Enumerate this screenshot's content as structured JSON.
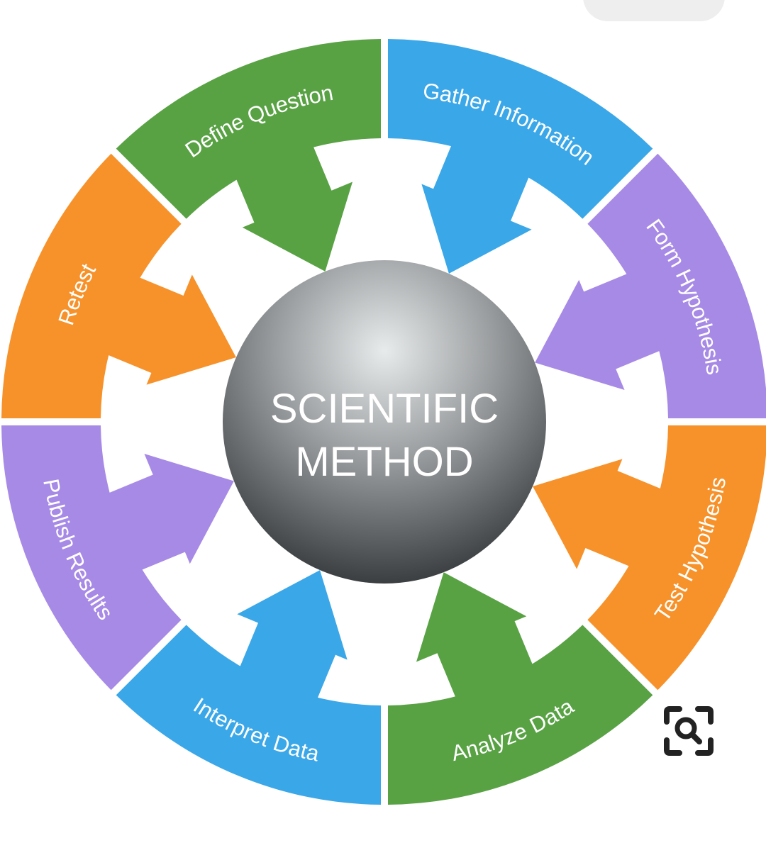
{
  "diagram": {
    "center_title_line1": "SCIENTIFIC",
    "center_title_line2": "METHOD",
    "steps": [
      {
        "label": "Gather Information",
        "color": "#3aa7e8"
      },
      {
        "label": "Form Hypothesis",
        "color": "#a78ae6"
      },
      {
        "label": "Test Hypothesis",
        "color": "#f7922a"
      },
      {
        "label": "Analyze Data",
        "color": "#58a244"
      },
      {
        "label": "Interpret Data",
        "color": "#3aa7e8"
      },
      {
        "label": "Publish Results",
        "color": "#a78ae6"
      },
      {
        "label": "Retest",
        "color": "#f7922a"
      },
      {
        "label": "Define Question",
        "color": "#58a244"
      }
    ]
  },
  "overlay": {
    "lens_icon": "visual-search-icon"
  }
}
